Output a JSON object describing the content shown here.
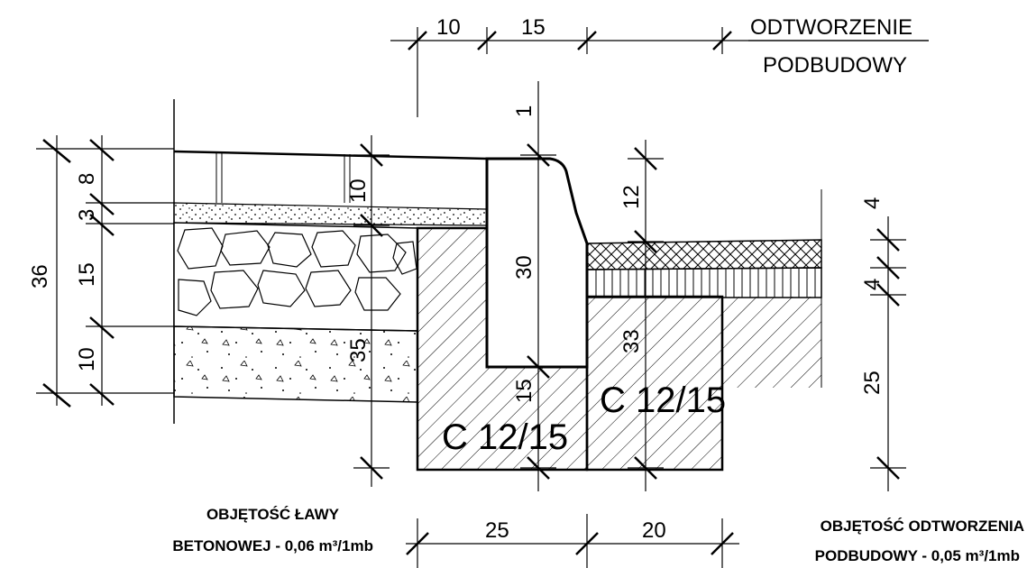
{
  "top_dims": [
    "10",
    "15"
  ],
  "top_note": {
    "line1": "ODTWORZENIE",
    "line2": "PODBUDOWY"
  },
  "left_dims": {
    "total": "36",
    "d8": "8",
    "d3": "3",
    "d15": "15",
    "d10": "10"
  },
  "inner_dims": {
    "d10": "10",
    "d35": "35",
    "d1": "1",
    "d30": "30",
    "d15": "15",
    "d12": "12",
    "d33": "33"
  },
  "right_dims": {
    "d4a": "4",
    "d4b": "4",
    "d25": "25"
  },
  "bottom_dims": [
    "25",
    "20"
  ],
  "concrete_labels": [
    "C 12/15",
    "C 12/15"
  ],
  "left_note": {
    "line1": "OBJĘTOŚĆ ŁAWY",
    "line2": "BETONOWEJ - 0,06 m³/1mb"
  },
  "right_note": {
    "line1": "OBJĘTOŚĆ ODTWORZENIA",
    "line2": "PODBUDOWY - 0,05 m³/1mb"
  }
}
